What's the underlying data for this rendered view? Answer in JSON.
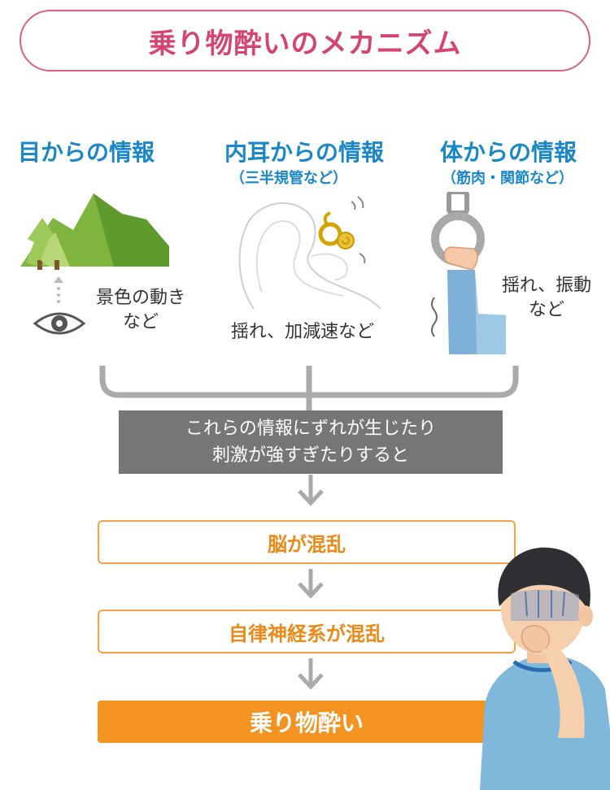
{
  "title": "乗り物酔いのメカニズム",
  "sources": [
    {
      "title": "目からの情報",
      "sub": "",
      "note": [
        "景色の動き",
        "など"
      ]
    },
    {
      "title": "内耳からの情報",
      "sub": "（三半規管など）",
      "note": [
        "揺れ、加減速など"
      ]
    },
    {
      "title": "体からの情報",
      "sub": "（筋肉・関節など）",
      "note": [
        "揺れ、振動",
        "など"
      ]
    }
  ],
  "conflict_text": [
    "これらの情報にずれが生じたり",
    "刺激が強すぎたりすると"
  ],
  "steps": [
    "脳が混乱",
    "自律神経系が混乱"
  ],
  "result": "乗り物酔い",
  "colors": {
    "title": "#d64473",
    "source_heading": "#1a87c8",
    "step_border": "#f4a24a",
    "step_text": "#ea8a19",
    "result_fill": "#f39422",
    "connector": "#aaaaaa",
    "gray_box": "#767676"
  },
  "icons": [
    "mountain-illustration",
    "eye-icon",
    "ear-inner-ear-illustration",
    "hand-strap-illustration",
    "sick-person-illustration",
    "down-arrow-icon"
  ]
}
